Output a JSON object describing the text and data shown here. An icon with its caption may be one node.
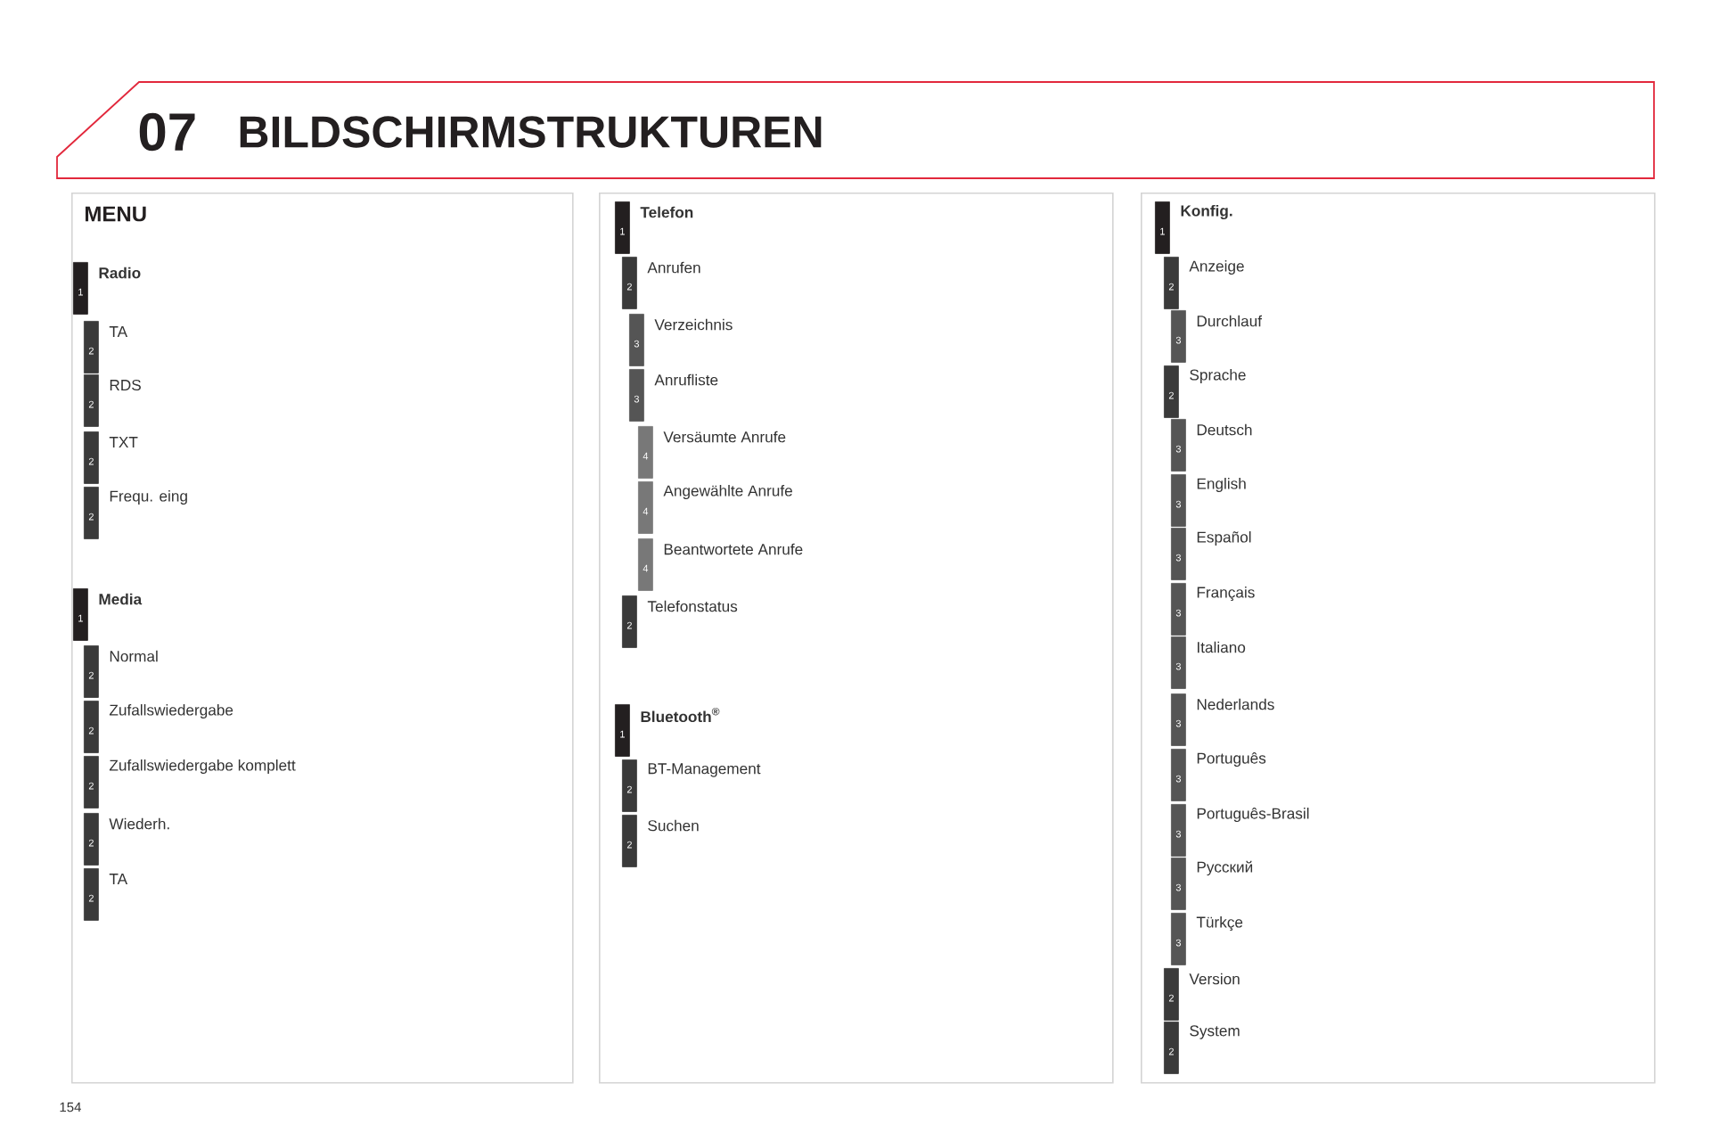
{
  "diagram": {
    "title": "BILDSCHIRMSTRUKTUREN",
    "nodes": [
      {
        "text": [
          "MENU"
        ]
      },
      {
        "text": [
          "1"
        ],
        "beside": [
          "Radio"
        ],
        "in": 0
      },
      {
        "text": [
          "2"
        ],
        "beside": [
          "TA"
        ],
        "in": 0
      },
      {
        "text": [
          "2"
        ],
        "beside": [
          "RDS"
        ],
        "in": 0
      },
      {
        "text": [
          "2"
        ],
        "beside": [
          "TXT"
        ],
        "in": 0
      },
      {
        "text": [
          "2"
        ],
        "beside": [
          "Frequ. eing"
        ],
        "in": 0
      },
      {
        "text": [
          "1"
        ],
        "beside": [
          "Media"
        ],
        "in": 0
      },
      {
        "text": [
          "2"
        ],
        "beside": [
          "Normal"
        ],
        "in": 0
      },
      {
        "text": [
          "2"
        ],
        "beside": [
          "Zufallswiedergabe"
        ],
        "in": 0
      },
      {
        "text": [
          "2"
        ],
        "beside": [
          "Zufallswiedergabe komplett"
        ],
        "in": 0
      },
      {
        "text": [
          "2"
        ],
        "beside": [
          "Wiederh."
        ],
        "in": 0
      },
      {
        "text": [
          "2"
        ],
        "beside": [
          "TA"
        ],
        "in": 0
      },
      {
        "text": [],
        "shape": "box"
      },
      {
        "text": [
          "1"
        ],
        "beside": [
          "Telefon"
        ],
        "in": 12
      },
      {
        "text": [
          "2"
        ],
        "beside": [
          "Anrufen"
        ],
        "in": 12
      },
      {
        "text": [
          "3"
        ],
        "beside": [
          "Verzeichnis"
        ],
        "in": 12
      },
      {
        "text": [
          "3"
        ],
        "beside": [
          "Anrufliste"
        ],
        "in": 12
      },
      {
        "text": [
          "4"
        ],
        "beside": [
          "Versäumte Anrufe"
        ],
        "in": 12
      },
      {
        "text": [
          "4"
        ],
        "beside": [
          "Angewählte Anrufe"
        ],
        "in": 12
      },
      {
        "text": [
          "4"
        ],
        "beside": [
          "Beantwortete Anrufe"
        ],
        "in": 12
      },
      {
        "text": [
          "2"
        ],
        "beside": [
          "Telefonstatus"
        ],
        "in": 12
      },
      {
        "text": [
          "1"
        ],
        "beside": [
          "Bluetooth$^{®}$"
        ],
        "in": 12
      },
      {
        "text": [
          "2"
        ],
        "beside": [
          "BT-Management"
        ],
        "in": 12
      },
      {
        "text": [
          "2"
        ],
        "beside": [
          "Suchen"
        ],
        "in": 12
      },
      {
        "text": [],
        "shape": "box"
      },
      {
        "text": [
          "1"
        ],
        "beside": [
          "Konfig."
        ],
        "in": 24
      },
      {
        "text": [
          "2"
        ],
        "beside": [
          "Anzeige"
        ],
        "in": 24
      },
      {
        "text": [
          "3"
        ],
        "beside": [
          "Durchlauf"
        ],
        "in": 24
      },
      {
        "text": [
          "2"
        ],
        "beside": [
          "Sprache"
        ],
        "in": 24
      },
      {
        "text": [
          "3"
        ],
        "beside": [
          "Deutsch"
        ],
        "in": 24
      },
      {
        "text": [
          "3"
        ],
        "beside": [
          "English"
        ],
        "in": 24
      },
      {
        "text": [
          "3"
        ],
        "beside": [
          "Español"
        ],
        "in": 24
      },
      {
        "text": [
          "3"
        ],
        "beside": [
          "Français"
        ],
        "in": 24
      },
      {
        "text": [
          "3"
        ],
        "beside": [
          "Italiano"
        ],
        "in": 24
      },
      {
        "text": [
          "3"
        ],
        "beside": [
          "Nederlands"
        ],
        "in": 24
      },
      {
        "text": [
          "3"
        ],
        "beside": [
          "Português"
        ],
        "in": 24
      },
      {
        "text": [
          "3"
        ],
        "beside": [
          "Português-Brasil"
        ],
        "in": 24
      },
      {
        "text": [
          "3"
        ],
        "beside": [
          "Русский"
        ],
        "in": 24
      },
      {
        "text": [
          "3"
        ],
        "beside": [
          "Türkçe"
        ],
        "in": 24
      },
      {
        "text": [
          "2"
        ],
        "beside": [
          "Version"
        ],
        "in": 24
      },
      {
        "text": [
          "2"
        ],
        "beside": [
          "System"
        ],
        "in": 24
      }
    ],
    "labels": [
      "07",
      "154"
    ]
  }
}
